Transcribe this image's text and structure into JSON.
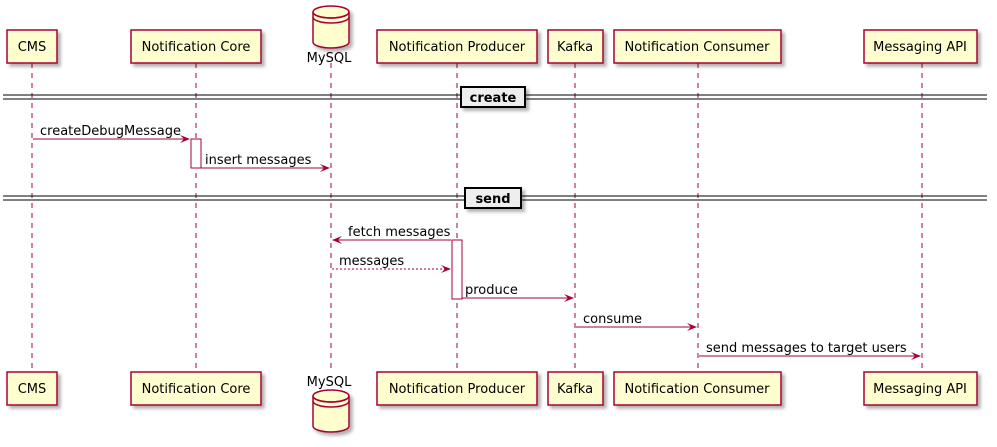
{
  "participants": {
    "cms": "CMS",
    "core": "Notification Core",
    "mysql": "MySQL",
    "producer": "Notification Producer",
    "kafka": "Kafka",
    "consumer": "Notification Consumer",
    "messaging": "Messaging API"
  },
  "dividers": {
    "create": "create",
    "send": "send"
  },
  "messages": {
    "create_debug_message": "createDebugMessage",
    "insert_messages": "insert messages",
    "fetch_messages": "fetch messages",
    "messages_return": "messages",
    "produce": "produce",
    "consume": "consume",
    "send_to_users": "send messages to target users"
  },
  "colors": {
    "box_fill": "#FEFECE",
    "border": "#A80036",
    "arrow": "#A80036",
    "divider_fill": "#EEEEEE"
  }
}
